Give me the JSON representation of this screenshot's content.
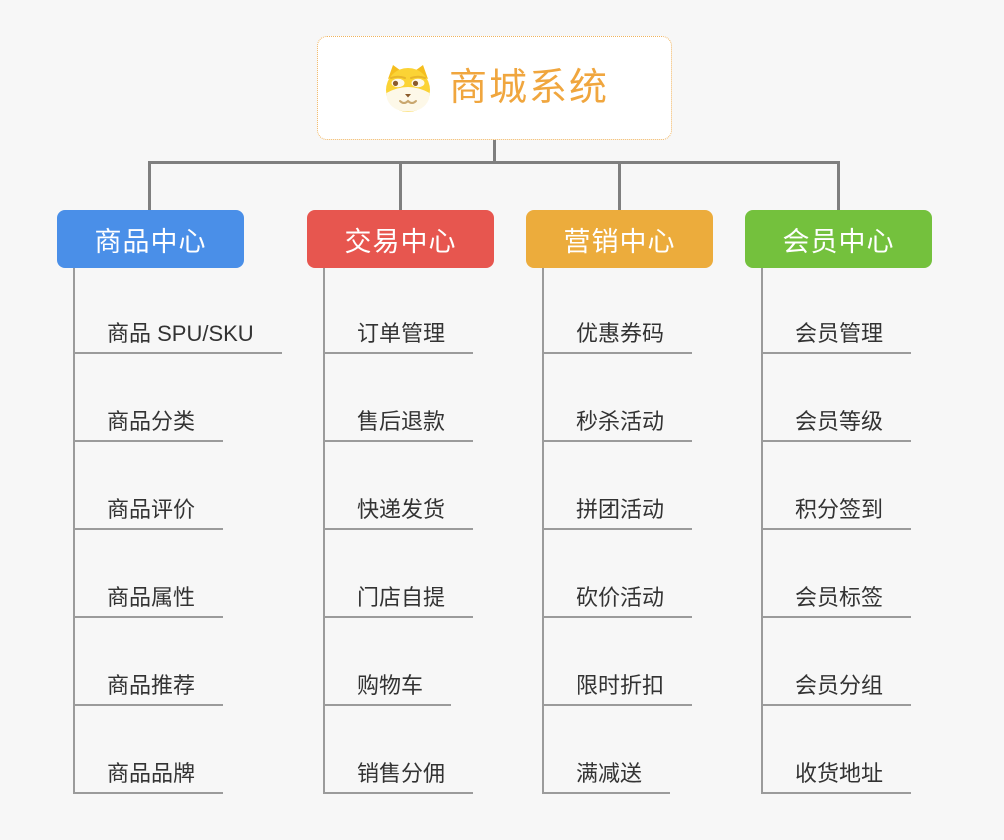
{
  "root": {
    "title": "商城系统",
    "icon": "dog-face-icon"
  },
  "branches": [
    {
      "id": "product-center",
      "label": "商品中心",
      "color": "#4A8FE8",
      "items": [
        "商品 SPU/SKU",
        "商品分类",
        "商品评价",
        "商品属性",
        "商品推荐",
        "商品品牌"
      ]
    },
    {
      "id": "trade-center",
      "label": "交易中心",
      "color": "#E7564F",
      "items": [
        "订单管理",
        "售后退款",
        "快递发货",
        "门店自提",
        "购物车",
        "销售分佣"
      ]
    },
    {
      "id": "marketing-center",
      "label": "营销中心",
      "color": "#ECAC3C",
      "items": [
        "优惠券码",
        "秒杀活动",
        "拼团活动",
        "砍价活动",
        "限时折扣",
        "满减送"
      ]
    },
    {
      "id": "member-center",
      "label": "会员中心",
      "color": "#74C13D",
      "items": [
        "会员管理",
        "会员等级",
        "积分签到",
        "会员标签",
        "会员分组",
        "收货地址"
      ]
    }
  ],
  "colors": {
    "background": "#F7F7F7",
    "root_text": "#F0A63E",
    "root_border": "#F0B45F",
    "connector": "#7F7F7F",
    "branch_line": "#9B9B9B",
    "leaf_text": "#333333"
  }
}
